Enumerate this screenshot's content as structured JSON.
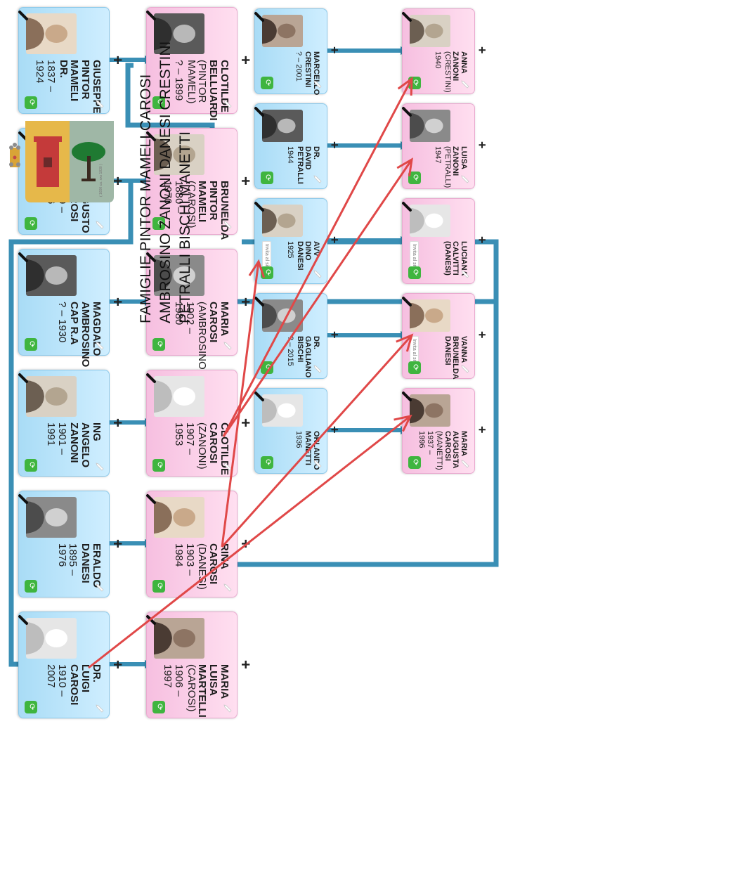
{
  "title": {
    "lines": [
      "FAMIGLIE PINTOR MAMELI CAROSI",
      "AMBROSINO ZANONI DANESI CRESTINI",
      "PETRALLI BISCHI MANETTI"
    ]
  },
  "coat_of_arms": {
    "motto": "( 1600 ca. xxx 1830 )"
  },
  "colors": {
    "male_card": "#bfe5f8",
    "female_card": "#fbcbe6",
    "connector": "#3a8fb5",
    "arrow": "#e04848",
    "recycle": "#3fb53f"
  },
  "lower_tree": {
    "males": [
      {
        "name": "GIUSEPPE\nPINTOR\nMAMELI Dr.",
        "years": "1837 – 1924"
      },
      {
        "name": "Dr. AUGUSTO\nCAROSI",
        "years": "1869 – 1936"
      },
      {
        "name": "MAGDALO\nAMBROSINO\nCap R.A",
        "years": "? – 1930"
      },
      {
        "name": "Ing ANGELO\nZANONI",
        "years": "1901 – 1991"
      },
      {
        "name": "ERALDO\nDANESI",
        "years": "1895 – 1976"
      },
      {
        "name": "Dr. LUIGI\nCAROSI",
        "years": "1910 – 2007"
      }
    ],
    "females": [
      {
        "name": "CLOTILDE\nBELLUARDI",
        "maiden": "(PINTOR MAMELI)",
        "years": "? – 1899"
      },
      {
        "name": "BRUNELDA\nPINTOR\nMAMELI",
        "maiden": "(CAROSI)",
        "years": "1880 – 1970"
      },
      {
        "name": "MARIA\nCAROSI",
        "maiden": "(AMBROSINO)",
        "years": "1902 – 1980"
      },
      {
        "name": "CLOTILDE\nCAROSI",
        "maiden": "(ZANONI)",
        "years": "1907 – 1953"
      },
      {
        "name": "RINA CAROSI",
        "maiden": "(DANESI)",
        "years": "1903 – 1984"
      },
      {
        "name": "MARIA LUISA\nMARTELLI",
        "maiden": "(CAROSI)",
        "years": "1906 – 1997"
      }
    ]
  },
  "upper_tree": {
    "males": [
      {
        "name": "MARCELLO\nCRESTINI",
        "years": "? – 2001"
      },
      {
        "name": "Dr. DAVID\nPETRALLI",
        "years": "1944"
      },
      {
        "name": "AVV DINO\nDANESI",
        "years": "1925",
        "tag": "Invita al sito"
      },
      {
        "name": "Dr. GAGLIANO\nBISCHI",
        "years": "? – 2015"
      },
      {
        "name": "ORLANDO\nMANETTI",
        "years": "1936"
      }
    ],
    "females": [
      {
        "name": "ANNA ZANONI",
        "maiden": "(CRESTINI)",
        "years": "1940"
      },
      {
        "name": "LUISA ZANONI",
        "maiden": "(PETRALLI)",
        "years": "1947"
      },
      {
        "name": "LUCIANA\nCALVITTI\n(DANESI)",
        "maiden": "",
        "years": "",
        "tag": "Invita al sito"
      },
      {
        "name": "VANNA\nBRUNELDA\nDANESI",
        "maiden": "",
        "years": "",
        "tag": "Invita al sito"
      },
      {
        "name": "MARIA AUGUSTA\nCAROSI",
        "maiden": "(MANETTI)",
        "years": "1937 – 1996"
      }
    ]
  },
  "plus_symbol": "+"
}
